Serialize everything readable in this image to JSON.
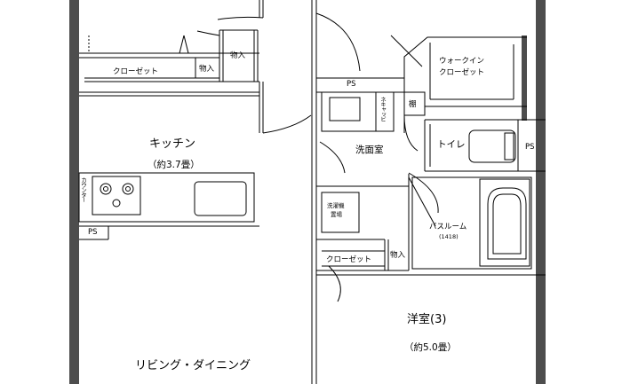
{
  "rooms": {
    "kitchen": "キッチン",
    "kitchen_area": "（約3.7畳）",
    "ldk": "リビング・ダイニング",
    "washroom": "洗面室",
    "toilet": "トイレ",
    "bathroom": "バスルーム",
    "bath_size": "(1418)",
    "western3": "洋室(3)",
    "western3_area": "（約5.0畳）",
    "wic_line1": "ウォークイン",
    "wic_line2": "クローゼット"
  },
  "storage": {
    "closet_top": "クローゼット",
    "closet_mid": "クローゼット",
    "storage_a": "物入",
    "storage_b": "物入",
    "storage_c": "物入",
    "shelf": "棚",
    "ps_wash": "PS",
    "ps_toilet": "PS",
    "ps_kitchen": "PS"
  },
  "fixtures": {
    "counter": "カウンター",
    "kettle": "ネキャッビ",
    "washer_line1": "洗濯機",
    "washer_line2": "置場"
  },
  "colors": {
    "wall": "#4d4d4d",
    "line": "#000000",
    "background": "#ffffff"
  }
}
